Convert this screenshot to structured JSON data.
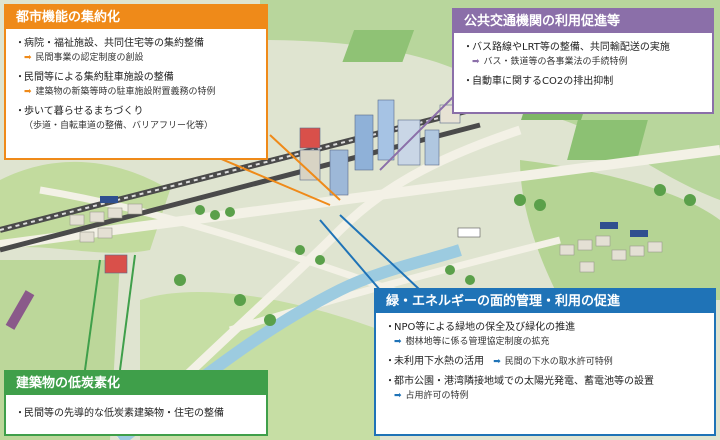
{
  "colors": {
    "orange": "#ef8a19",
    "purple": "#8b6fa9",
    "blue": "#1f73b7",
    "green": "#3f9f4a",
    "map_green": "#a9cf8a",
    "rail": "#4a4a4a",
    "road": "#f4f3ec",
    "river": "#9ccbe0"
  },
  "panels": {
    "urban": {
      "title": "都市機能の集約化",
      "items": [
        {
          "text": "病院・福祉施設、共同住宅等の集約整備",
          "sub": "民間事業の認定制度の創設"
        },
        {
          "text": "民間等による集約駐車施設の整備",
          "sub": "建築物の新築等時の駐車施設附置義務の特例"
        },
        {
          "text": "歩いて暮らせるまちづくり",
          "note": "（歩道・自転車道の整備、バリアフリー化等）"
        }
      ]
    },
    "transit": {
      "title": "公共交通機関の利用促進等",
      "items": [
        {
          "text": "バス路線やLRT等の整備、共同輸配送の実施",
          "sub": "バス・鉄道等の各事業法の手続特例"
        },
        {
          "text": "自動車に関するCO2の排出抑制"
        }
      ]
    },
    "green": {
      "title": "緑・エネルギーの面的管理・利用の促進",
      "items": [
        {
          "text": "NPO等による緑地の保全及び緑化の推進",
          "sub": "樹林地等に係る管理協定制度の拡充"
        },
        {
          "text": "未利用下水熱の活用",
          "inline_sub": "民間の下水の取水許可特例"
        },
        {
          "text": "都市公園・港湾隣接地域での太陽光発電、蓄電池等の設置",
          "sub": "占用許可の特例"
        }
      ]
    },
    "building": {
      "title": "建築物の低炭素化",
      "items": [
        {
          "text": "民間等の先導的な低炭素建築物・住宅の整備"
        }
      ]
    }
  },
  "icons": {
    "bullet": "dot",
    "arrow": "right-arrow-icon"
  }
}
